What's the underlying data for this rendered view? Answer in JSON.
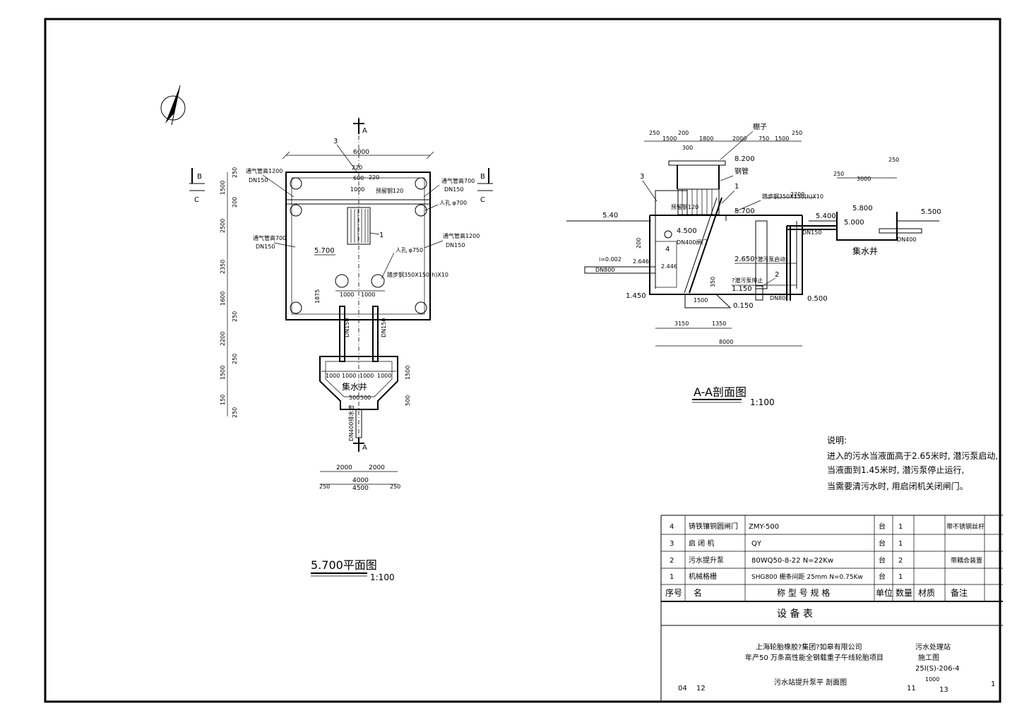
{
  "plan": {
    "title": "5.700平面图",
    "scale": "1:100",
    "section_mark_a": "A",
    "section_mark_b": "B",
    "section_mark_c": "C",
    "item3": "3",
    "item1": "1",
    "dim_6000": "6000",
    "dim_220a": "220",
    "dim_220b": "220",
    "dim_600": "600",
    "dim_1000a": "1000",
    "dim_1000b": "1000",
    "dim_1000c": "1000",
    "dim_1875": "1875",
    "vent_tl": "通气管高1200",
    "vent_tl_dn": "DN150",
    "vent_tr": "通气管高700",
    "vent_tr_dn": "DN150",
    "vent_ml": "通气管高700",
    "vent_ml_dn": "DN150",
    "vent_mr": "通气管高1200",
    "vent_mr_dn": "DN150",
    "manhole_700": "人孔 φ700",
    "manhole_750": "人孔 φ750",
    "steel_ladder": "踏步钢350X150(h)X10",
    "steel_120": "预留钢120",
    "level": "5.700",
    "dn150a": "DN150",
    "dn150b": "DN150",
    "sump": "集水井",
    "sump_dims": [
      "1000",
      "1000",
      "1000",
      "1000"
    ],
    "sump_1500": "1500",
    "sump_500a": "500",
    "sump_500b": "500",
    "sump_500c": "500",
    "dn400": "DN400排水管",
    "left_dims": [
      "250",
      "1500",
      "200",
      "2500",
      "2350",
      "1600",
      "250",
      "2200",
      "250",
      "1500",
      "150",
      "250"
    ],
    "bottom_dims": {
      "d2000a": "2000",
      "d2000b": "2000",
      "d4000": "4000",
      "d250a": "250",
      "d4500": "4500",
      "d250b": "250"
    }
  },
  "section": {
    "title": "A-A剖面图",
    "scale": "1:100",
    "top_dims": [
      "250",
      "200",
      "1500",
      "1800",
      "2000",
      "750",
      "1500",
      "250"
    ],
    "dim_300": "300",
    "dim_250r": "250",
    "dim_3000": "3000",
    "dim_250m": "250",
    "dim_2200": "2200",
    "dim_200": "200",
    "shed": "棚子",
    "steel_pipe": "钢管",
    "level_8200": "8.200",
    "level_5700": "5.700",
    "level_540": "5.40",
    "level_4500": "4.500",
    "level_5400": "5.400",
    "level_5800": "5.800",
    "level_5000": "5.000",
    "level_5500": "5.500",
    "level_2650": "2.650",
    "note_2650": "?潜污泵启动",
    "level_2646": "2.646",
    "level_2446": "2.446",
    "level_1150": "1.150",
    "note_1150": "?潜污泵停止",
    "level_1450": "1.450",
    "level_0150": "0.150",
    "level_0500": "0.500",
    "dim_1500": "1500",
    "dim_3150": "3150",
    "dim_1350": "1350",
    "dim_8000": "8000",
    "dim_350": "350",
    "ladder": "踏步钢350X150(h)X10",
    "steel_120": "预留钢120",
    "dn400_gate": "DN400闸门",
    "dn150": "DN150",
    "dn800": "DN800",
    "dn400": "DN400",
    "dn80": "DN80",
    "inlet_note": "i=0.002",
    "sump": "集水井",
    "items": [
      "3",
      "1",
      "4",
      "2"
    ]
  },
  "notes": {
    "heading": "说明:",
    "lines": [
      "进入的污水当液面高于2.65米时, 潜污泵启动,",
      "当液面到1.45米时, 潜污泵停止运行,",
      "当需要清污水时, 用启闭机关闭闸门。"
    ]
  },
  "equipment_table": {
    "title": "设  备  表",
    "headers": [
      "序号",
      "名",
      "称  型 号 规 格",
      "单位",
      "数量",
      "材质",
      "备注"
    ],
    "rows": [
      [
        "4",
        "铸铁镶铜圆闸门",
        "ZMY-500",
        "台",
        "1",
        "",
        "带不锈钢丝杆"
      ],
      [
        "3",
        "启 闭 机",
        "QY",
        "台",
        "1",
        "",
        ""
      ],
      [
        "2",
        "污水提升泵",
        "80WQ50-8-22      N=22Kw",
        "台",
        "2",
        "",
        "带耦合装置"
      ],
      [
        "1",
        "机械格栅",
        "SHG800  栅条间距 25mm  N=0.75Kw",
        "台",
        "1",
        "",
        ""
      ]
    ]
  },
  "title_block": {
    "company": "上海轮胎橡胶?集团?如皋有限公司",
    "project": "年产50  万条高性能全钢载重子午线轮胎项目",
    "drawing_name": "污水站提升泵平  剖面图",
    "dept": "污水处理站",
    "stage": "施工图",
    "number": "25I(S)-206-4",
    "scale_no": "1000",
    "date_a": "04",
    "date_b": "12",
    "n11": "11",
    "n13": "13",
    "sheet": "1"
  }
}
